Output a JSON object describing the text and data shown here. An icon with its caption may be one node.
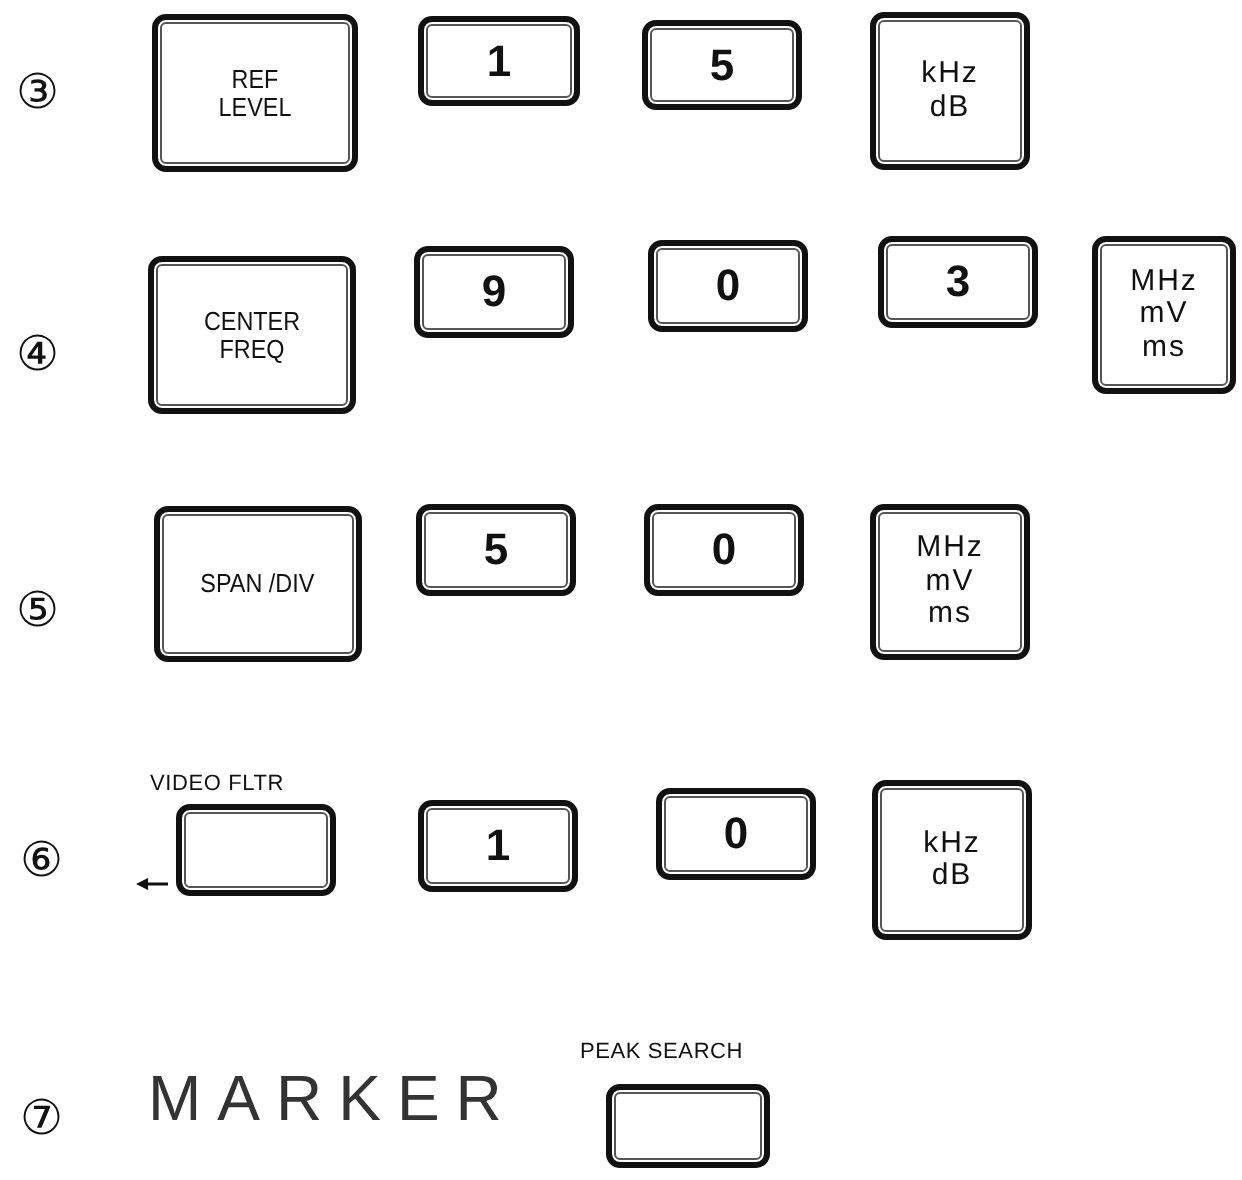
{
  "diagram": {
    "nodes": [
      {
        "text": [
          "REF LEVEL"
        ]
      },
      {
        "text": [
          "1"
        ]
      },
      {
        "text": [
          "5"
        ]
      },
      {
        "text": [
          "kHz dB"
        ]
      },
      {
        "text": [
          "CENTER FREQ"
        ]
      },
      {
        "text": [
          "9"
        ]
      },
      {
        "text": [
          "0"
        ]
      },
      {
        "text": [
          "3"
        ]
      },
      {
        "text": [
          "MHz mV ms"
        ]
      },
      {
        "text": [
          "SPAN /DIV"
        ]
      },
      {
        "text": [
          "5"
        ]
      },
      {
        "text": [
          "0"
        ]
      },
      {
        "text": [
          "MHz mV ms"
        ]
      },
      {
        "text": [
          "VIDEO FLTR"
        ]
      },
      {
        "text": [
          "1"
        ]
      },
      {
        "text": [
          "0"
        ]
      },
      {
        "text": [
          "kHz dB"
        ]
      },
      {
        "text": [
          "PEAK SEARCH"
        ]
      }
    ],
    "edges": [],
    "labels": [
      "③",
      "④",
      "⑤",
      "⑥",
      "⑦",
      "MARKER"
    ]
  }
}
